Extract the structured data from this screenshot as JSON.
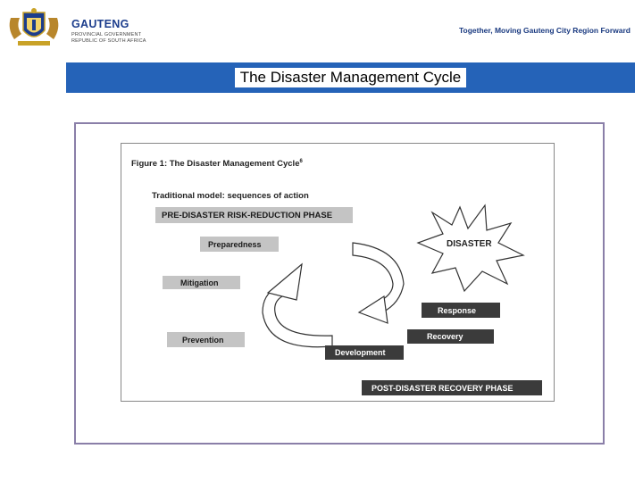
{
  "header": {
    "brand_word": "GAUTENG",
    "brand_sub1": "PROVINCIAL GOVERNMENT",
    "brand_sub2": "REPUBLIC OF SOUTH AFRICA",
    "tagline": "Together, Moving Gauteng City Region Forward"
  },
  "slide_title": "The Disaster Management Cycle",
  "figure": {
    "title": "Figure 1: The Disaster Management Cycle",
    "title_footnote": "6",
    "subtitle": "Traditional model: sequences of action",
    "pre_phase": "PRE-DISASTER RISK-REDUCTION PHASE",
    "preparedness": "Preparedness",
    "mitigation": "Mitigation",
    "prevention": "Prevention",
    "disaster": "DISASTER",
    "response": "Response",
    "recovery": "Recovery",
    "development": "Development",
    "post_phase": "POST-DISASTER RECOVERY PHASE"
  },
  "colors": {
    "title_bar": "#2563b8",
    "brand_blue": "#1c3d8c",
    "frame": "#8a7fa8"
  }
}
